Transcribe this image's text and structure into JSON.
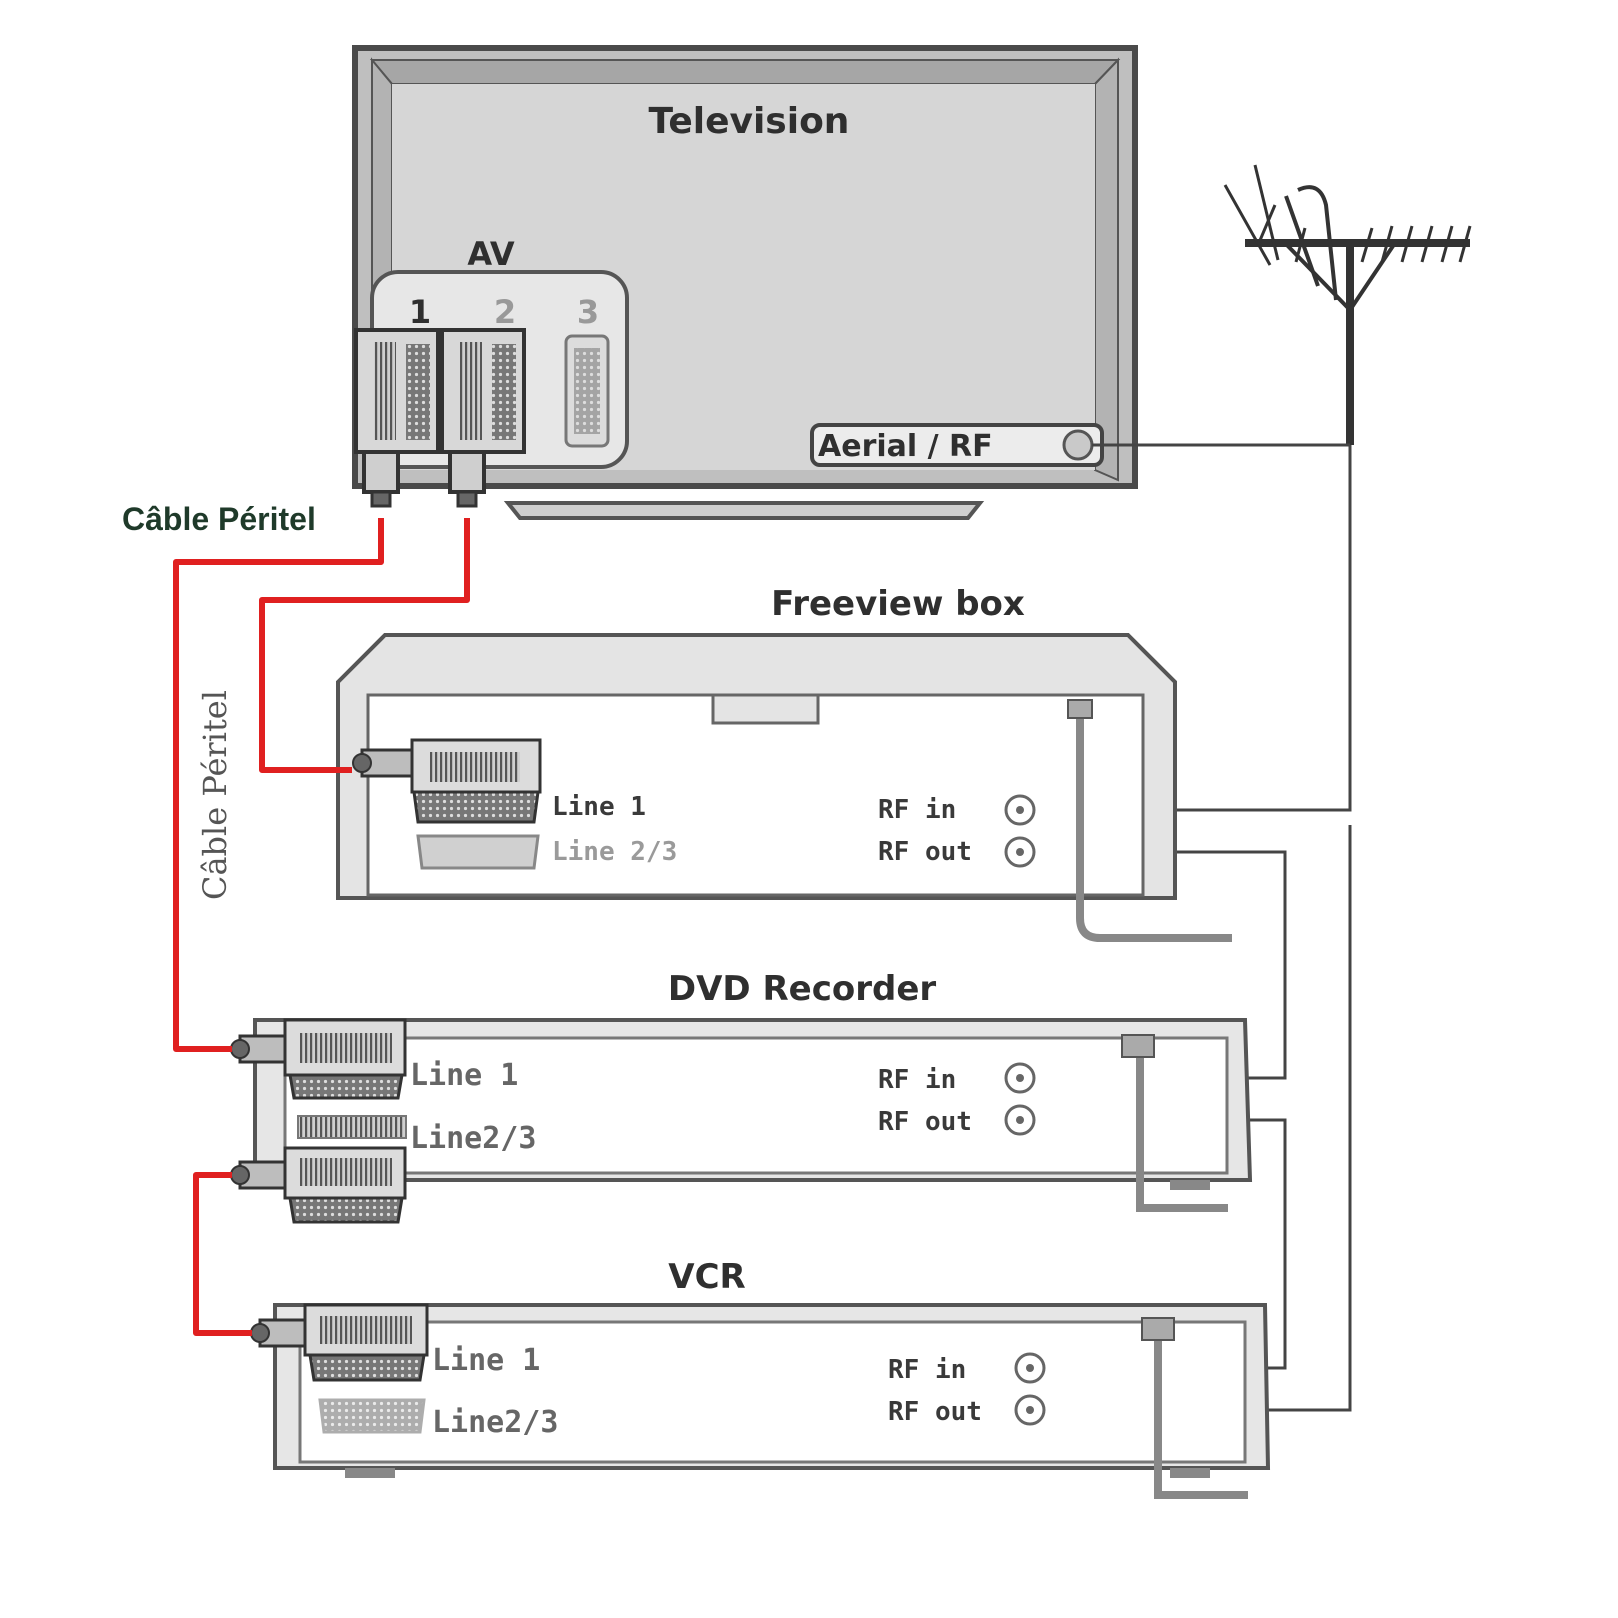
{
  "diagram": {
    "cable_title": "Câble Péritel",
    "cable_vertical": "Câble Péritel",
    "television": {
      "title": "Television",
      "av_label": "AV",
      "ports": [
        "1",
        "2",
        "3"
      ],
      "aerial_label": "Aerial / RF"
    },
    "freeview": {
      "title": "Freeview box",
      "line1": "Line 1",
      "line23": "Line 2/3",
      "rf_in": "RF in",
      "rf_out": "RF out"
    },
    "dvd": {
      "title": "DVD Recorder",
      "line1": "Line 1",
      "line23": "Line2/3",
      "rf_in": "RF in",
      "rf_out": "RF out"
    },
    "vcr": {
      "title": "VCR",
      "line1": "Line 1",
      "line23": "Line2/3",
      "rf_in": "RF in",
      "rf_out": "RF out"
    }
  },
  "colors": {
    "scart_cable": "#e02020",
    "cable_title": "#1f3a2a",
    "device_outline": "#555555",
    "tv_screen": "#d8d8d8"
  }
}
